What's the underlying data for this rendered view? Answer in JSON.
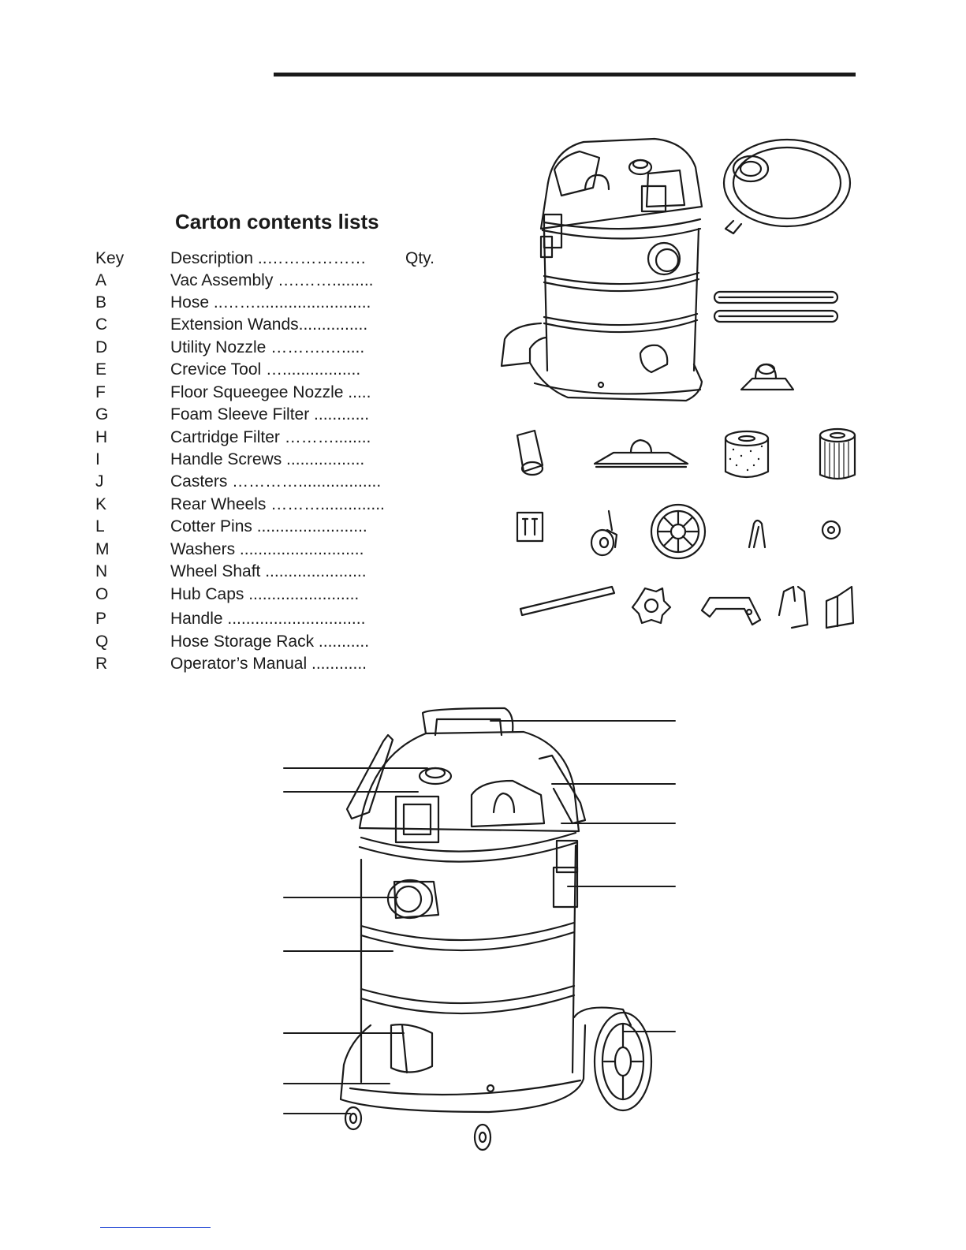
{
  "carton": {
    "title": "Carton contents lists",
    "header": {
      "key": "Key",
      "description": "Description  ..………………",
      "qty": "Qty."
    },
    "items": [
      {
        "key": "A",
        "description": "Vac Assembly ….……........."
      },
      {
        "key": "B",
        "description": "Hose ..……........................."
      },
      {
        "key": "C",
        "description": "Extension Wands..............."
      },
      {
        "key": "D",
        "description": "Utility Nozzle  ……….…....."
      },
      {
        "key": "E",
        "description": "Crevice Tool  …................."
      },
      {
        "key": "F",
        "description": "Floor Squeegee Nozzle ....."
      },
      {
        "key": "G",
        "description": "Foam Sleeve Filter ............"
      },
      {
        "key": "H",
        "description": "Cartridge Filter ………........"
      },
      {
        "key": "I",
        "description": "Handle Screws ................."
      },
      {
        "key": "J",
        "description": "Casters ………….................."
      },
      {
        "key": "K",
        "description": "Rear Wheels ……….............."
      },
      {
        "key": "L",
        "description": "Cotter Pins ........................"
      },
      {
        "key": "M",
        "description": "Washers ..........................."
      },
      {
        "key": "N",
        "description": "Wheel Shaft ......................"
      },
      {
        "key": "O",
        "description": "Hub Caps ........................"
      },
      {
        "key": "P",
        "description": "Handle .............................."
      },
      {
        "key": "Q",
        "description": "Hose Storage Rack ..........."
      },
      {
        "key": "R",
        "description": "Operator’s Manual ............"
      }
    ]
  },
  "illustrations": {
    "parts": [
      "vac-assembly",
      "hose",
      "extension-wands",
      "utility-nozzle",
      "crevice-tool",
      "floor-squeegee-nozzle",
      "foam-sleeve-filter",
      "cartridge-filter",
      "handle-screws",
      "caster",
      "rear-wheel",
      "cotter-pin",
      "washer",
      "wheel-shaft",
      "hub-cap",
      "handle",
      "hose-storage-rack",
      "operators-manual"
    ],
    "diagram": "assembled-vacuum"
  },
  "colors": {
    "ink": "#1a1a1a",
    "link": "#3a5bd9"
  }
}
